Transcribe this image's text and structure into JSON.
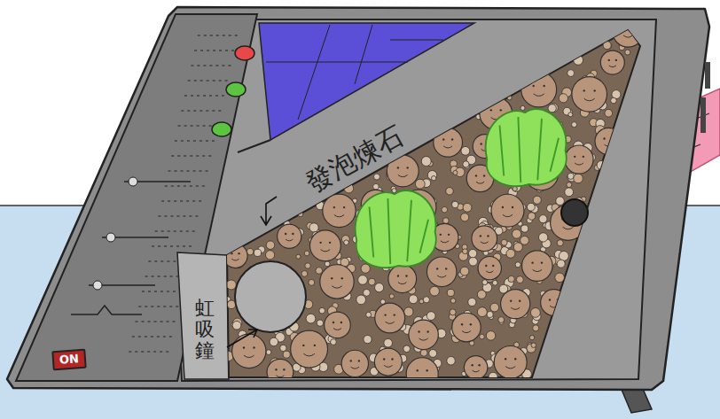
{
  "diagram": {
    "nodes": [
      {
        "text": [
          "ON"
        ]
      }
    ],
    "labels": [
      "發泡煉石",
      "虹吸鐘"
    ]
  }
}
